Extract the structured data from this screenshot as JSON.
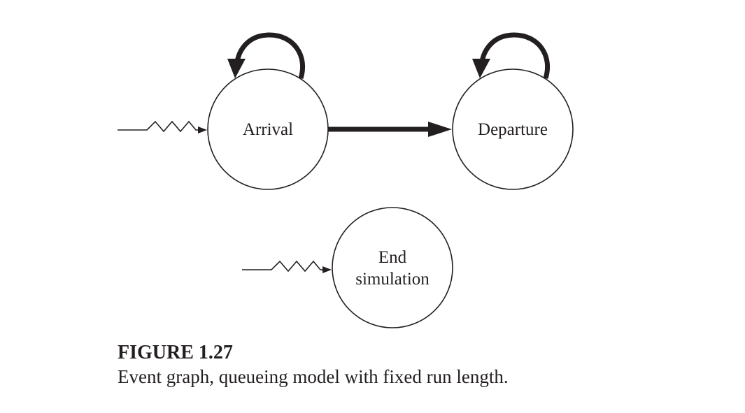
{
  "figure": {
    "label": "FIGURE 1.27",
    "caption": "Event graph, queueing model with fixed run length."
  },
  "nodes": {
    "arrival": {
      "label": "Arrival"
    },
    "departure": {
      "label": "Departure"
    },
    "end_simulation": {
      "label_lines": [
        "End",
        "simulation"
      ]
    }
  },
  "edges": [
    {
      "from": "arrival",
      "to": "arrival",
      "style": "heavy"
    },
    {
      "from": "arrival",
      "to": "departure",
      "style": "heavy"
    },
    {
      "from": "departure",
      "to": "departure",
      "style": "heavy"
    },
    {
      "from": "external",
      "to": "arrival",
      "style": "zigzag"
    },
    {
      "from": "external",
      "to": "end_simulation",
      "style": "zigzag"
    }
  ],
  "colors": {
    "ink": "#231f20",
    "background": "#ffffff"
  }
}
